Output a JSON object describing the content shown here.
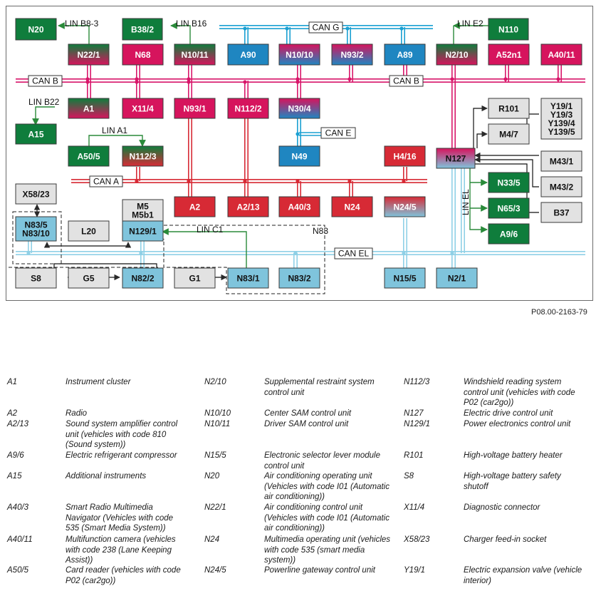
{
  "diagram": {
    "figure_id": "P08.00-2163-79",
    "buses": {
      "can_b": "CAN B",
      "can_g": "CAN G",
      "can_e": "CAN E",
      "can_a": "CAN A",
      "can_el": "CAN EL",
      "lin_b8_3": "LIN B8-3",
      "lin_b16": "LIN B16",
      "lin_e2": "LIN E2",
      "lin_b22": "LIN B22",
      "lin_a1": "LIN A1",
      "lin_c1": "LIN C1",
      "lin_el": "LIN EL",
      "n83_group": "N83"
    },
    "colors": {
      "green": "#0f7d3c",
      "magenta": "#d6145d",
      "blue": "#1f86c1",
      "red": "#d72a35",
      "light_blue": "#7fc4dc",
      "gray": "#e2e2e2",
      "can_b_line": "#d8166a",
      "can_g_line": "#1aa0d2",
      "can_a_line": "#d72a35",
      "can_el_line": "#8fd0e6",
      "lin_line": "#2a8a3a"
    },
    "nodes": {
      "N20": "N20",
      "N22_1": "N22/1",
      "B38_2": "B38/2",
      "N68": "N68",
      "N10_11": "N10/11",
      "A90": "A90",
      "N10_10": "N10/10",
      "N93_2": "N93/2",
      "A89": "A89",
      "N2_10": "N2/10",
      "N110": "N110",
      "A52n1": "A52n1",
      "A40_11": "A40/11",
      "A1": "A1",
      "X11_4": "X11/4",
      "N93_1": "N93/1",
      "N112_2": "N112/2",
      "N30_4": "N30/4",
      "A15": "A15",
      "R101": "R101",
      "Y19": "Y19/1\nY19/3\nY139/4\nY139/5",
      "M4_7": "M4/7",
      "A50_5": "A50/5",
      "N112_3": "N112/3",
      "N49": "N49",
      "H4_16": "H4/16",
      "N127": "N127",
      "M43_1": "M43/1",
      "X58_23": "X58/23",
      "A2": "A2",
      "A2_13": "A2/13",
      "A40_3": "A40/3",
      "N24": "N24",
      "N33_5": "N33/5",
      "M43_2": "M43/2",
      "M5": "M5\nM5b1",
      "N83_5": "N83/5\nN83/10",
      "L20": "L20",
      "N129_1": "N129/1",
      "N24_5": "N24/5",
      "N65_3": "N65/3",
      "B37": "B37",
      "A9_6": "A9/6",
      "S8": "S8",
      "G5": "G5",
      "N82_2": "N82/2",
      "G1": "G1",
      "N83_1": "N83/1",
      "N83_2": "N83/2",
      "N15_5": "N15/5",
      "N2_1": "N2/1"
    }
  },
  "legend": [
    [
      {
        "code": "A1",
        "desc": "Instrument cluster"
      },
      {
        "code": "A2",
        "desc": "Radio"
      },
      {
        "code": "A2/13",
        "desc": "Sound system amplifier control unit (vehicles with code 810 (Sound system))"
      },
      {
        "code": "A9/6",
        "desc": "Electric refrigerant compressor"
      },
      {
        "code": "A15",
        "desc": "Additional instruments"
      },
      {
        "code": "A40/3",
        "desc": "Smart Radio Multimedia Navigator (Vehicles with code 535 (Smart Media System))"
      },
      {
        "code": "A40/11",
        "desc": "Multifunction camera (vehicles with code 238 (Lane Keeping Assist))"
      },
      {
        "code": "A50/5",
        "desc": "Card reader (vehicles with code P02 (car2go))"
      }
    ],
    [
      {
        "code": "N2/10",
        "desc": "Supplemental restraint system control unit"
      },
      {
        "code": "N10/10",
        "desc": "Center SAM control unit"
      },
      {
        "code": "N10/11",
        "desc": "Driver SAM control unit"
      },
      {
        "code": "N15/5",
        "desc": "Electronic selector lever module control unit"
      },
      {
        "code": "N20",
        "desc": "Air conditioning operating unit (Vehicles with code I01 (Automatic air conditioning))"
      },
      {
        "code": "N22/1",
        "desc": "Air conditioning control unit (Vehicles with code I01 (Automatic air conditioning))"
      },
      {
        "code": "N24",
        "desc": "Multimedia operating unit (vehicles with code 535 (smart media system))"
      },
      {
        "code": "N24/5",
        "desc": "Powerline gateway control unit"
      }
    ],
    [
      {
        "code": "N112/3",
        "desc": "Windshield reading system control unit (vehicles with code P02 (car2go))"
      },
      {
        "code": "N127",
        "desc": "Electric drive control unit"
      },
      {
        "code": "N129/1",
        "desc": "Power electronics control unit"
      },
      {
        "code": "R101",
        "desc": "High-voltage battery heater"
      },
      {
        "code": "S8",
        "desc": "High-voltage battery safety shutoff"
      },
      {
        "code": "X11/4",
        "desc": "Diagnostic connector"
      },
      {
        "code": "X58/23",
        "desc": "Charger feed-in socket"
      },
      {
        "code": "Y19/1",
        "desc": "Electric expansion valve (vehicle interior)"
      }
    ]
  ]
}
